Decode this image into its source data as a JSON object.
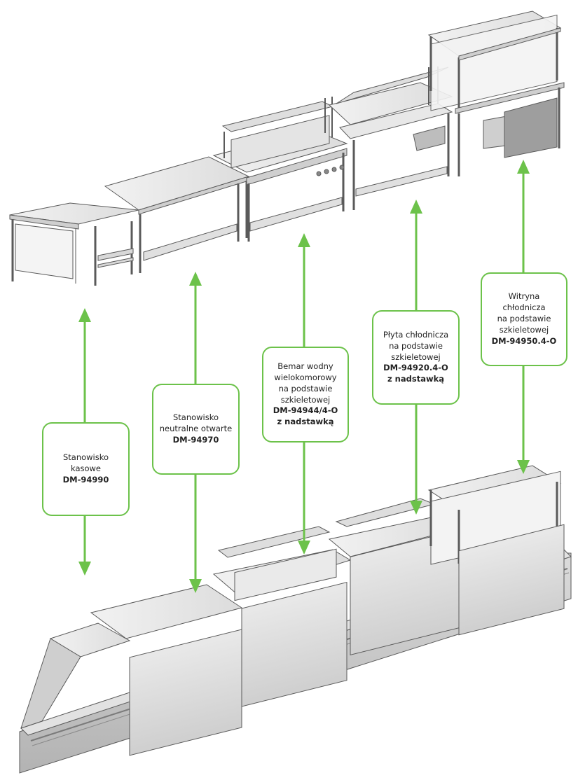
{
  "colors": {
    "accent": "#6cc24a",
    "steel_light": "#eeeeee",
    "steel_mid": "#d4d4d4",
    "steel_dark": "#a9a9a9",
    "outline": "#555555"
  },
  "labels": [
    {
      "id": "cash",
      "lines": [
        "Stanowisko",
        "kasowe"
      ],
      "code": [
        "DM-94990"
      ]
    },
    {
      "id": "neutral",
      "lines": [
        "Stanowisko",
        "neutralne otwarte"
      ],
      "code": [
        "DM-94970"
      ]
    },
    {
      "id": "bemar",
      "lines": [
        "Bemar wodny",
        "wielokomorowy",
        "na podstawie",
        "szkieletowej"
      ],
      "code": [
        "DM-94944/4-O",
        "z nadstawką"
      ]
    },
    {
      "id": "plate",
      "lines": [
        "Płyta chłodnicza",
        "na podstawie",
        "szkieletowej"
      ],
      "code": [
        "DM-94920.4-O",
        "z nadstawką"
      ]
    },
    {
      "id": "vitrine",
      "lines": [
        "Witryna",
        "chłodnicza",
        "na podstawie",
        "szkieletowej"
      ],
      "code": [
        "DM-94950.4-O"
      ]
    }
  ],
  "icons": [
    "double-headed-arrow-icon"
  ]
}
